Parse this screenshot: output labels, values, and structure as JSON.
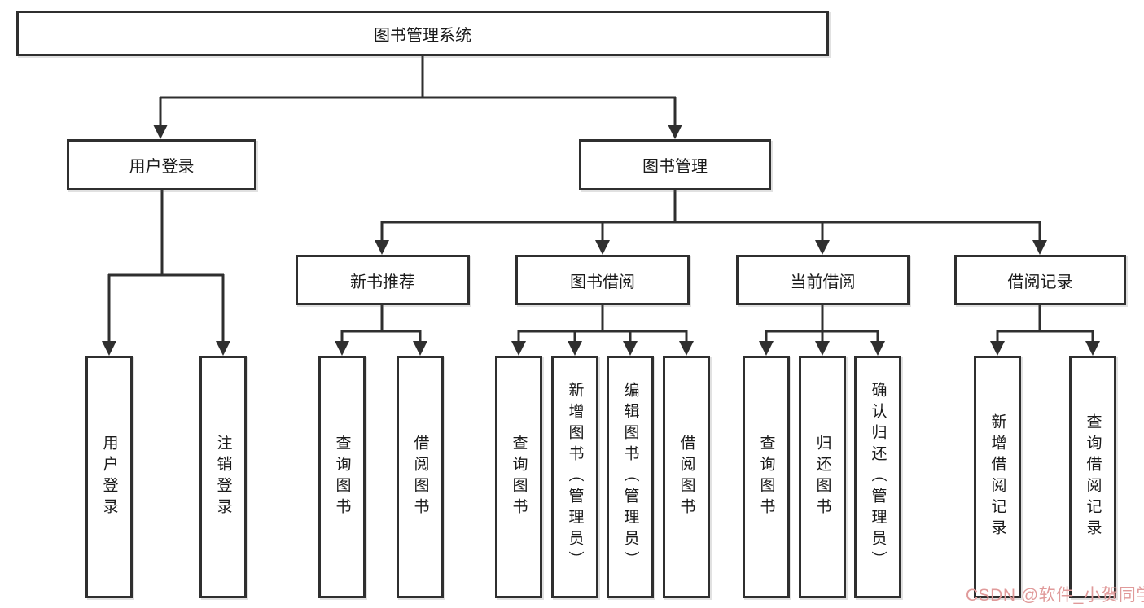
{
  "tree": {
    "label": "图书管理系统",
    "children": [
      {
        "label": "用户登录",
        "children": [
          {
            "label": "用户登录"
          },
          {
            "label": "注销登录"
          }
        ]
      },
      {
        "label": "图书管理",
        "children": [
          {
            "label": "新书推荐",
            "children": [
              {
                "label": "查询图书"
              },
              {
                "label": "借阅图书"
              }
            ]
          },
          {
            "label": "图书借阅",
            "children": [
              {
                "label": "查询图书"
              },
              {
                "label": "新增图书（管理员）"
              },
              {
                "label": "编辑图书（管理员）"
              },
              {
                "label": "借阅图书"
              }
            ]
          },
          {
            "label": "当前借阅",
            "children": [
              {
                "label": "查询图书"
              },
              {
                "label": "归还图书"
              },
              {
                "label": "确认归还（管理员）"
              }
            ]
          },
          {
            "label": "借阅记录",
            "children": [
              {
                "label": "新增借阅记录"
              },
              {
                "label": "查询借阅记录"
              }
            ]
          }
        ]
      }
    ]
  },
  "watermark": {
    "text": "CSDN @软件_小贺同学"
  },
  "colors": {
    "line": "#2f2f2f",
    "box_border": "#2f2f2f",
    "box_fill": "#ffffff",
    "text": "#1a1a1a",
    "watermark": "#e09a9a"
  }
}
